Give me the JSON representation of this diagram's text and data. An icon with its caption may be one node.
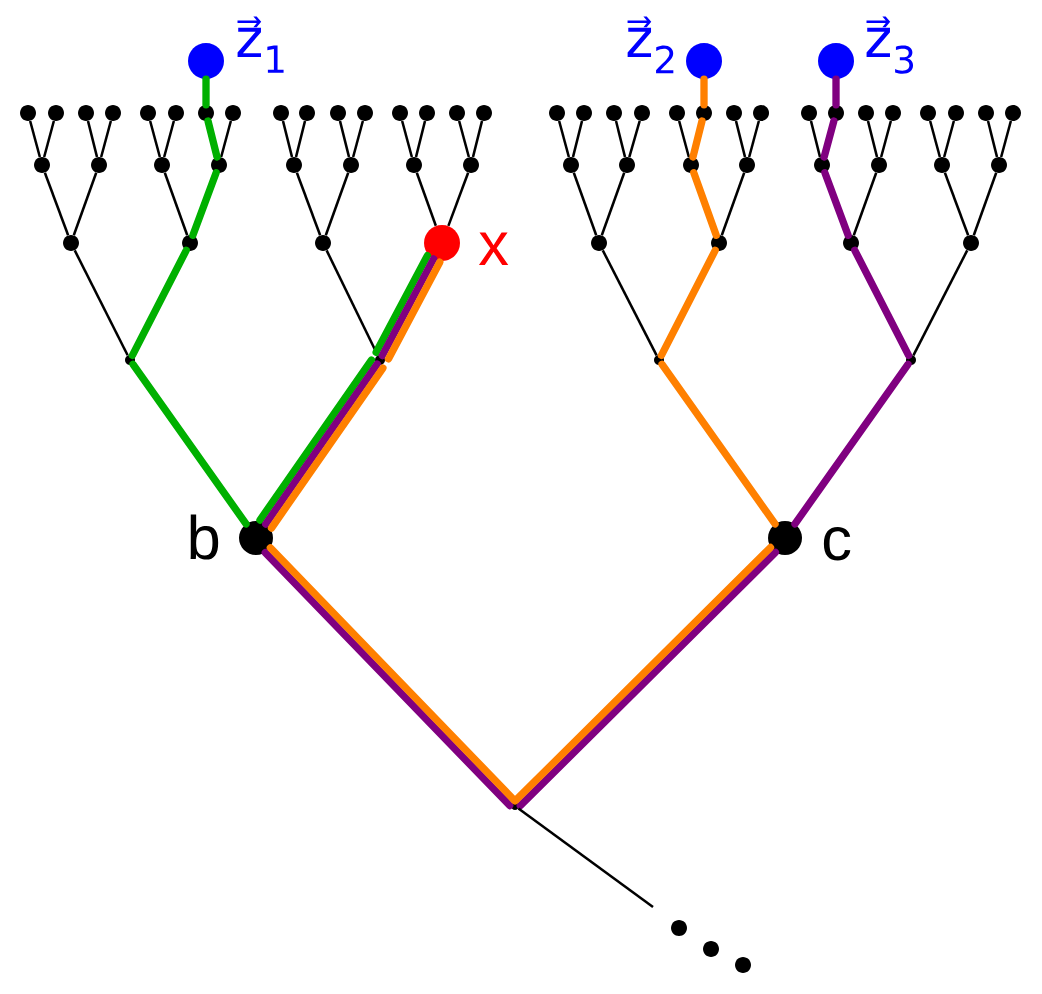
{
  "diagram": {
    "nodes": [
      {
        "text": [],
        "shape": "circle",
        "beside": [
          "z⃗$_{1}$"
        ]
      },
      {
        "text": [],
        "shape": "circle",
        "beside": [
          "z⃗$_{2}$"
        ]
      },
      {
        "text": [],
        "shape": "circle",
        "beside": [
          "z⃗$_{3}$"
        ]
      },
      {
        "text": [],
        "shape": "circle"
      },
      {
        "text": [],
        "shape": "circle"
      },
      {
        "text": [],
        "shape": "circle"
      },
      {
        "text": [],
        "shape": "circle"
      },
      {
        "text": [],
        "shape": "circle"
      },
      {
        "text": [],
        "shape": "circle"
      },
      {
        "text": [],
        "shape": "circle"
      },
      {
        "text": [],
        "shape": "circle"
      },
      {
        "text": [],
        "shape": "circle"
      },
      {
        "text": [],
        "shape": "circle"
      },
      {
        "text": [],
        "shape": "circle"
      },
      {
        "text": [],
        "shape": "circle"
      },
      {
        "text": [],
        "shape": "circle"
      },
      {
        "text": [],
        "shape": "circle"
      },
      {
        "text": [],
        "shape": "circle"
      },
      {
        "text": [],
        "shape": "circle"
      },
      {
        "text": [],
        "shape": "circle"
      },
      {
        "text": [],
        "shape": "circle"
      },
      {
        "text": [],
        "shape": "circle"
      },
      {
        "text": [],
        "shape": "circle"
      },
      {
        "text": [],
        "shape": "circle"
      },
      {
        "text": [],
        "shape": "circle"
      },
      {
        "text": [],
        "shape": "circle"
      },
      {
        "text": [],
        "shape": "circle"
      },
      {
        "text": [],
        "shape": "circle"
      },
      {
        "text": [],
        "shape": "circle"
      },
      {
        "text": [],
        "shape": "circle"
      },
      {
        "text": [],
        "shape": "circle"
      },
      {
        "text": [],
        "shape": "circle"
      },
      {
        "text": [],
        "shape": "circle"
      },
      {
        "text": [],
        "shape": "circle"
      },
      {
        "text": [],
        "shape": "circle"
      },
      {
        "text": [],
        "shape": "circle"
      },
      {
        "text": [],
        "shape": "circle"
      },
      {
        "text": [],
        "shape": "circle"
      },
      {
        "text": [],
        "shape": "circle"
      },
      {
        "text": [],
        "shape": "circle"
      },
      {
        "text": [],
        "shape": "circle"
      },
      {
        "text": [],
        "shape": "circle"
      },
      {
        "text": [],
        "shape": "circle"
      },
      {
        "text": [],
        "shape": "circle"
      },
      {
        "text": [],
        "shape": "circle"
      },
      {
        "text": [],
        "shape": "circle"
      },
      {
        "text": [],
        "shape": "circle"
      },
      {
        "text": [],
        "shape": "circle"
      },
      {
        "text": [],
        "shape": "circle"
      },
      {
        "text": [],
        "shape": "circle"
      },
      {
        "text": [],
        "shape": "circle"
      },
      {
        "text": [],
        "shape": "circle"
      },
      {
        "text": [],
        "shape": "circle"
      },
      {
        "text": [],
        "shape": "circle"
      },
      {
        "text": [],
        "shape": "circle",
        "beside": [
          "x"
        ]
      },
      {
        "text": [],
        "shape": "circle"
      },
      {
        "text": [],
        "shape": "circle"
      },
      {
        "text": [],
        "shape": "circle"
      },
      {
        "text": [],
        "shape": "circle"
      },
      {
        "text": [],
        "shape": "circle"
      },
      {
        "text": [],
        "shape": "circle"
      },
      {
        "text": [],
        "shape": "circle"
      },
      {
        "text": [],
        "shape": "circle"
      },
      {
        "text": [],
        "shape": "circle",
        "beside": [
          "b"
        ]
      },
      {
        "text": [],
        "shape": "circle",
        "beside": [
          "c"
        ]
      },
      {
        "text": [],
        "shape": "circle"
      },
      {
        "text": [],
        "shape": "circle"
      },
      {
        "text": [],
        "shape": "circle"
      },
      {
        "text": [],
        "shape": "circle"
      }
    ],
    "edges": [
      {
        "from": 59,
        "to": 51,
        "arrow": "none"
      },
      {
        "from": 60,
        "to": 53,
        "arrow": "none"
      },
      {
        "from": 61,
        "to": 55,
        "arrow": "none"
      },
      {
        "from": 62,
        "to": 58,
        "arrow": "none"
      },
      {
        "from": 51,
        "to": 35,
        "arrow": "none"
      },
      {
        "from": 51,
        "to": 36,
        "arrow": "none"
      },
      {
        "from": 52,
        "to": 37,
        "arrow": "none"
      },
      {
        "from": 53,
        "to": 39,
        "arrow": "none"
      },
      {
        "from": 53,
        "to": 40,
        "arrow": "none"
      },
      {
        "from": 54,
        "to": 41,
        "arrow": "none"
      },
      {
        "from": 54,
        "to": 42,
        "arrow": "none"
      },
      {
        "from": 55,
        "to": 43,
        "arrow": "none"
      },
      {
        "from": 55,
        "to": 44,
        "arrow": "none"
      },
      {
        "from": 56,
        "to": 46,
        "arrow": "none"
      },
      {
        "from": 57,
        "to": 48,
        "arrow": "none"
      },
      {
        "from": 58,
        "to": 49,
        "arrow": "none"
      },
      {
        "from": 58,
        "to": 50,
        "arrow": "none"
      },
      {
        "from": 35,
        "to": 3,
        "arrow": "none"
      },
      {
        "from": 35,
        "to": 4,
        "arrow": "none"
      },
      {
        "from": 36,
        "to": 5,
        "arrow": "none"
      },
      {
        "from": 36,
        "to": 6,
        "arrow": "none"
      },
      {
        "from": 37,
        "to": 7,
        "arrow": "none"
      },
      {
        "from": 37,
        "to": 8,
        "arrow": "none"
      },
      {
        "from": 38,
        "to": 10,
        "arrow": "none"
      },
      {
        "from": 39,
        "to": 11,
        "arrow": "none"
      },
      {
        "from": 39,
        "to": 12,
        "arrow": "none"
      },
      {
        "from": 40,
        "to": 13,
        "arrow": "none"
      },
      {
        "from": 40,
        "to": 14,
        "arrow": "none"
      },
      {
        "from": 41,
        "to": 15,
        "arrow": "none"
      },
      {
        "from": 41,
        "to": 16,
        "arrow": "none"
      },
      {
        "from": 42,
        "to": 17,
        "arrow": "none"
      },
      {
        "from": 42,
        "to": 18,
        "arrow": "none"
      },
      {
        "from": 43,
        "to": 19,
        "arrow": "none"
      },
      {
        "from": 43,
        "to": 20,
        "arrow": "none"
      },
      {
        "from": 44,
        "to": 21,
        "arrow": "none"
      },
      {
        "from": 44,
        "to": 22,
        "arrow": "none"
      },
      {
        "from": 45,
        "to": 23,
        "arrow": "none"
      },
      {
        "from": 46,
        "to": 25,
        "arrow": "none"
      },
      {
        "from": 46,
        "to": 26,
        "arrow": "none"
      },
      {
        "from": 47,
        "to": 27,
        "arrow": "none"
      },
      {
        "from": 48,
        "to": 29,
        "arrow": "none"
      },
      {
        "from": 48,
        "to": 30,
        "arrow": "none"
      },
      {
        "from": 49,
        "to": 31,
        "arrow": "none"
      },
      {
        "from": 49,
        "to": 32,
        "arrow": "none"
      },
      {
        "from": 50,
        "to": 33,
        "arrow": "none"
      },
      {
        "from": 50,
        "to": 34,
        "arrow": "none"
      },
      {
        "from": 0,
        "to": 9,
        "arrow": "none",
        "style": "thick",
        "color": "#00b000"
      },
      {
        "from": 9,
        "to": 38,
        "arrow": "none",
        "style": "thick",
        "color": "#00b000"
      },
      {
        "from": 38,
        "to": 52,
        "arrow": "none",
        "style": "thick",
        "color": "#00b000"
      },
      {
        "from": 52,
        "to": 59,
        "arrow": "none",
        "style": "thick",
        "color": "#00b000"
      },
      {
        "from": 59,
        "to": 63,
        "arrow": "none",
        "style": "thick",
        "color": "#00b000"
      },
      {
        "from": 63,
        "to": 60,
        "arrow": "none",
        "style": "thick",
        "color": "#00b000"
      },
      {
        "from": 60,
        "to": 54,
        "arrow": "none",
        "style": "thick",
        "color": "#00b000"
      },
      {
        "from": 2,
        "to": 28,
        "arrow": "none",
        "style": "thick",
        "color": "#800080"
      },
      {
        "from": 28,
        "to": 47,
        "arrow": "none",
        "style": "thick",
        "color": "#800080"
      },
      {
        "from": 47,
        "to": 57,
        "arrow": "none",
        "style": "thick",
        "color": "#800080"
      },
      {
        "from": 57,
        "to": 62,
        "arrow": "none",
        "style": "thick",
        "color": "#800080"
      },
      {
        "from": 62,
        "to": 64,
        "arrow": "none",
        "style": "thick",
        "color": "#800080"
      },
      {
        "from": 64,
        "to": 65,
        "arrow": "none",
        "style": "thick",
        "color": "#800080"
      },
      {
        "from": 65,
        "to": 63,
        "arrow": "none",
        "style": "thick",
        "color": "#800080"
      },
      {
        "from": 63,
        "to": 60,
        "arrow": "none",
        "style": "thick",
        "color": "#800080"
      },
      {
        "from": 60,
        "to": 54,
        "arrow": "none",
        "style": "thick",
        "color": "#800080"
      },
      {
        "from": 1,
        "to": 24,
        "arrow": "none",
        "style": "thick",
        "color": "#ff8000"
      },
      {
        "from": 24,
        "to": 45,
        "arrow": "none",
        "style": "thick",
        "color": "#ff8000"
      },
      {
        "from": 45,
        "to": 56,
        "arrow": "none",
        "style": "thick",
        "color": "#ff8000"
      },
      {
        "from": 56,
        "to": 61,
        "arrow": "none",
        "style": "thick",
        "color": "#ff8000"
      },
      {
        "from": 61,
        "to": 64,
        "arrow": "none",
        "style": "thick",
        "color": "#ff8000"
      },
      {
        "from": 64,
        "to": 65,
        "arrow": "none",
        "style": "thick",
        "color": "#ff8000"
      },
      {
        "from": 65,
        "to": 63,
        "arrow": "none",
        "style": "thick",
        "color": "#ff8000"
      },
      {
        "from": 63,
        "to": 60,
        "arrow": "none",
        "style": "thick",
        "color": "#ff8000"
      },
      {
        "from": 60,
        "to": 54,
        "arrow": "none",
        "style": "thick",
        "color": "#ff8000"
      },
      {
        "from": 65,
        "to": null,
        "arrow": "none"
      }
    ]
  }
}
